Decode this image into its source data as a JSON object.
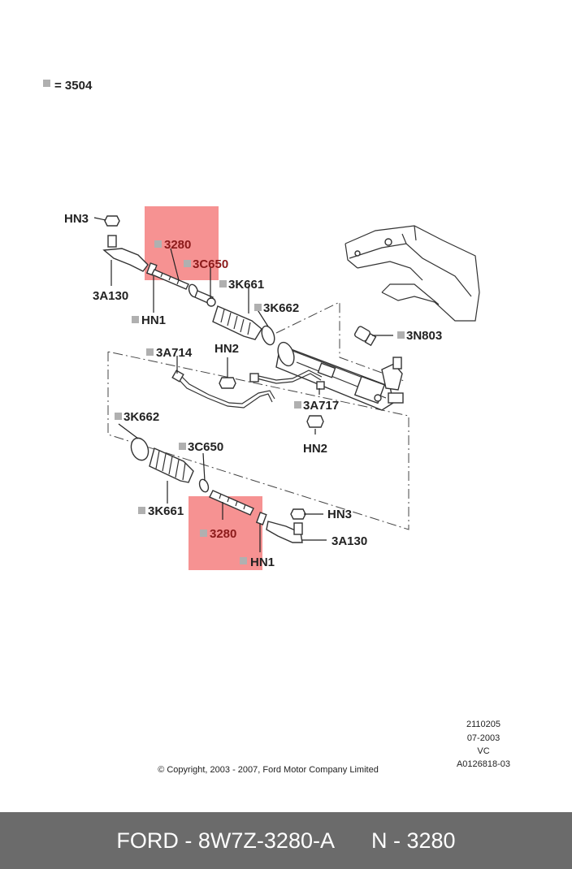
{
  "legend": {
    "text": "= 3504"
  },
  "labels": {
    "hn3_top": "HN3",
    "p3280_top": "3280",
    "p3c650_top": "3C650",
    "p3k661_top": "3K661",
    "p3k662_top": "3K662",
    "p3a130_top": "3A130",
    "hn1_top": "HN1",
    "p3n803": "3N803",
    "p3a714": "3A714",
    "hn2_top": "HN2",
    "p3a717": "3A717",
    "hn2_bottom": "HN2",
    "p3k662_bottom": "3K662",
    "p3c650_bottom": "3C650",
    "p3k661_bottom": "3K661",
    "p3280_bottom": "3280",
    "hn3_bottom": "HN3",
    "p3a130_bottom": "3A130",
    "hn1_bottom": "HN1"
  },
  "meta": {
    "line1": "2110205",
    "line2": "07-2003",
    "line3": "VC",
    "line4": "A0126818-03"
  },
  "copyright": "© Copyright, 2003 - 2007, Ford Motor Company Limited",
  "footer": {
    "brand_part": "FORD - 8W7Z-3280-A",
    "number": "N - 3280"
  },
  "colors": {
    "highlight": "#f47f7f",
    "footer_bg": "#6b6b6b",
    "marker": "#b0b0b0"
  }
}
